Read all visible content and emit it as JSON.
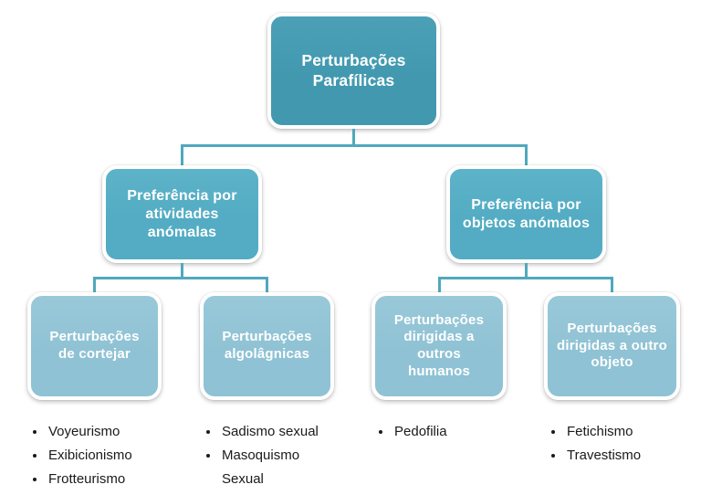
{
  "diagram": {
    "title_node": {
      "label": "Perturbações Parafílicas"
    },
    "branches": [
      {
        "label": "Preferência por atividades anómalas",
        "children": [
          {
            "label": "Perturbações de cortejar",
            "items": [
              "Voyeurismo",
              "Exibicionismo",
              "Frotteurismo"
            ]
          },
          {
            "label": "Perturbações algolâgnicas",
            "items": [
              "Sadismo sexual",
              "Masoquismo Sexual"
            ]
          }
        ]
      },
      {
        "label": "Preferência por objetos anómalos",
        "children": [
          {
            "label": "Perturbações dirigidas a outros humanos",
            "items": [
              "Pedofilia"
            ]
          },
          {
            "label": "Perturbações dirigidas a outro objeto",
            "items": [
              "Fetichismo",
              "Travestismo"
            ]
          }
        ]
      }
    ],
    "colors": {
      "root_fill": "#4299AF",
      "branch_fill": "#53ACC3",
      "leaf_fill": "#8FC2D4",
      "connector": "#4FA8BE",
      "node_text": "#FFFFFF",
      "bullet_text": "#1A1A1A"
    }
  }
}
